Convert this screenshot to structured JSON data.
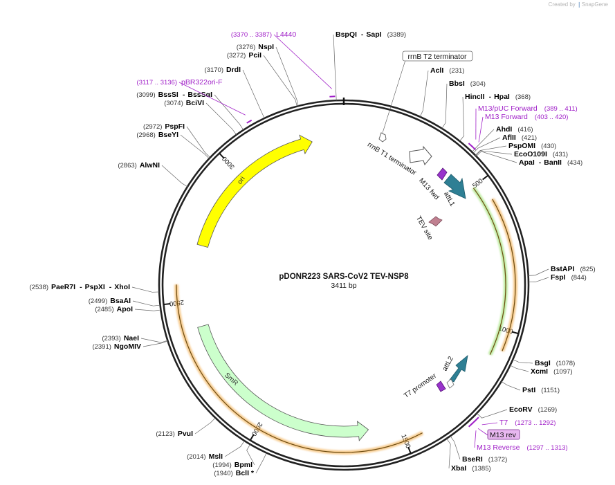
{
  "header": {
    "credit_prefix": "Created by",
    "brand": "SnapGene"
  },
  "plasmid": {
    "name": "pDONR223 SARS-CoV2 TEV-NSP8",
    "length": "3411 bp",
    "total_bp": 3411
  },
  "ticks": [
    {
      "label": "500",
      "pos": 500
    },
    {
      "label": "1000",
      "pos": 1000
    },
    {
      "label": "1500",
      "pos": 1500
    },
    {
      "label": "2000",
      "pos": 2000
    },
    {
      "label": "2500",
      "pos": 2500
    },
    {
      "label": "3000",
      "pos": 3000
    }
  ],
  "sites": [
    {
      "id": "bspqi-sapi",
      "enzyme": "BspQI",
      "enzyme2": "SapI",
      "coord": "(3389)",
      "pos": 3389
    },
    {
      "id": "acli",
      "enzyme": "AclI",
      "coord": "(231)",
      "pos": 231
    },
    {
      "id": "bbsi",
      "enzyme": "BbsI",
      "coord": "(304)",
      "pos": 304
    },
    {
      "id": "hincii-hpai",
      "enzyme": "HincII",
      "enzyme2": "HpaI",
      "coord": "(368)",
      "pos": 368
    },
    {
      "id": "ahdi",
      "enzyme": "AhdI",
      "coord": "(416)",
      "pos": 416
    },
    {
      "id": "aflii",
      "enzyme": "AflII",
      "coord": "(421)",
      "pos": 421
    },
    {
      "id": "pspomi",
      "enzyme": "PspOMI",
      "coord": "(430)",
      "pos": 430
    },
    {
      "id": "ecoo109i",
      "enzyme": "EcoO109I",
      "coord": "(431)",
      "pos": 431
    },
    {
      "id": "apai-banii",
      "enzyme": "ApaI",
      "enzyme2": "BanII",
      "coord": "(434)",
      "pos": 434
    },
    {
      "id": "bstapi",
      "enzyme": "BstAPI",
      "coord": "(825)",
      "pos": 825
    },
    {
      "id": "fspi",
      "enzyme": "FspI",
      "coord": "(844)",
      "pos": 844
    },
    {
      "id": "bsgi",
      "enzyme": "BsgI",
      "coord": "(1078)",
      "pos": 1078
    },
    {
      "id": "xcmi",
      "enzyme": "XcmI",
      "coord": "(1097)",
      "pos": 1097
    },
    {
      "id": "psti",
      "enzyme": "PstI",
      "coord": "(1151)",
      "pos": 1151
    },
    {
      "id": "ecorv",
      "enzyme": "EcoRV",
      "coord": "(1269)",
      "pos": 1269
    },
    {
      "id": "bseri",
      "enzyme": "BseRI",
      "coord": "(1372)",
      "pos": 1372
    },
    {
      "id": "xbai",
      "enzyme": "XbaI",
      "coord": "(1385)",
      "pos": 1385
    },
    {
      "id": "bcli",
      "enzyme": "BclI *",
      "coord": "(1940)",
      "pos": 1940
    },
    {
      "id": "bpmi",
      "enzyme": "BpmI",
      "coord": "(1994)",
      "pos": 1994
    },
    {
      "id": "msli",
      "enzyme": "MslI",
      "coord": "(2014)",
      "pos": 2014
    },
    {
      "id": "pvui",
      "enzyme": "PvuI",
      "coord": "(2123)",
      "pos": 2123
    },
    {
      "id": "ngomiv",
      "enzyme": "NgoMIV",
      "coord": "(2391)",
      "pos": 2391
    },
    {
      "id": "naei",
      "enzyme": "NaeI",
      "coord": "(2393)",
      "pos": 2393
    },
    {
      "id": "apoi",
      "enzyme": "ApoI",
      "coord": "(2485)",
      "pos": 2485
    },
    {
      "id": "bsaai",
      "enzyme": "BsaAI",
      "coord": "(2499)",
      "pos": 2499
    },
    {
      "id": "paer7i-pspxi-xhoi",
      "enzyme": "PaeR7I",
      "enzyme2": "PspXI",
      "enzyme3": "XhoI",
      "coord": "(2538)",
      "pos": 2538
    },
    {
      "id": "alwni",
      "enzyme": "AlwNI",
      "coord": "(2863)",
      "pos": 2863
    },
    {
      "id": "bseyi",
      "enzyme": "BseYI",
      "coord": "(2968)",
      "pos": 2968
    },
    {
      "id": "pspfi",
      "enzyme": "PspFI",
      "coord": "(2972)",
      "pos": 2972
    },
    {
      "id": "bcivi",
      "enzyme": "BciVI",
      "coord": "(3074)",
      "pos": 3074
    },
    {
      "id": "bsssi-bssaai",
      "enzyme": "BssSI",
      "enzyme2": "BssSαI",
      "coord": "(3099)",
      "pos": 3099
    },
    {
      "id": "drdi",
      "enzyme": "DrdI",
      "coord": "(3170)",
      "pos": 3170
    },
    {
      "id": "pcii",
      "enzyme": "PciI",
      "coord": "(3272)",
      "pos": 3272
    },
    {
      "id": "nspi",
      "enzyme": "NspI",
      "coord": "(3276)",
      "pos": 3276
    }
  ],
  "primers": [
    {
      "id": "l4440",
      "name": "L4440",
      "coord": "(3370 .. 3387)",
      "pos": 3378
    },
    {
      "id": "pbr322ori-f",
      "name": "pBR322ori-F",
      "coord": "(3117 .. 3136)",
      "pos": 3126
    },
    {
      "id": "m13-puc-forward",
      "name": "M13/pUC Forward",
      "coord": "(389 .. 411)",
      "pos": 400
    },
    {
      "id": "m13-forward",
      "name": "M13 Forward",
      "coord": "(403 .. 420)",
      "pos": 411
    },
    {
      "id": "t7",
      "name": "T7",
      "coord": "(1273 .. 1292)",
      "pos": 1282
    },
    {
      "id": "m13-rev",
      "name": "M13 rev",
      "coord": "",
      "pos": 1297
    },
    {
      "id": "m13-reverse",
      "name": "M13 Reverse",
      "coord": "(1297 .. 1313)",
      "pos": 1305
    }
  ],
  "features": [
    {
      "id": "ori",
      "label": "ori",
      "color": "#ffff00",
      "start": 2705,
      "end": 3293
    },
    {
      "id": "smr",
      "label": "SmR",
      "color": "#ccffcc",
      "start": 1614,
      "end": 2405
    },
    {
      "id": "attl1",
      "label": "attL1",
      "color": "#2e7f94"
    },
    {
      "id": "attl2",
      "label": "attL2",
      "color": "#2e7f94"
    },
    {
      "id": "m13-fwd",
      "label": "M13 fwd",
      "color": "#9933cc"
    },
    {
      "id": "rrnb-t1",
      "label": "rrnB T1 terminator",
      "color": "#ffffff"
    },
    {
      "id": "rrnb-t2",
      "label": "rrnB T2 terminator",
      "color": "#ffffff"
    },
    {
      "id": "tev-site",
      "label": "TEV site",
      "color": "#c08090"
    },
    {
      "id": "t7-promoter",
      "label": "T7 promoter",
      "color": "#ffffff"
    },
    {
      "id": "nsp8-orange",
      "color": "#f0a030",
      "start": 568,
      "end": 1067
    },
    {
      "id": "nsp8-green",
      "color": "#66cc33",
      "start": 504,
      "end": 1094
    },
    {
      "id": "orange-lower",
      "color": "#f0a030",
      "start": 1440,
      "end": 2560
    }
  ],
  "colors": {
    "enzyme": "#000000",
    "primer": "#a020c8",
    "backbone": "#222222",
    "coord": "#333333"
  }
}
